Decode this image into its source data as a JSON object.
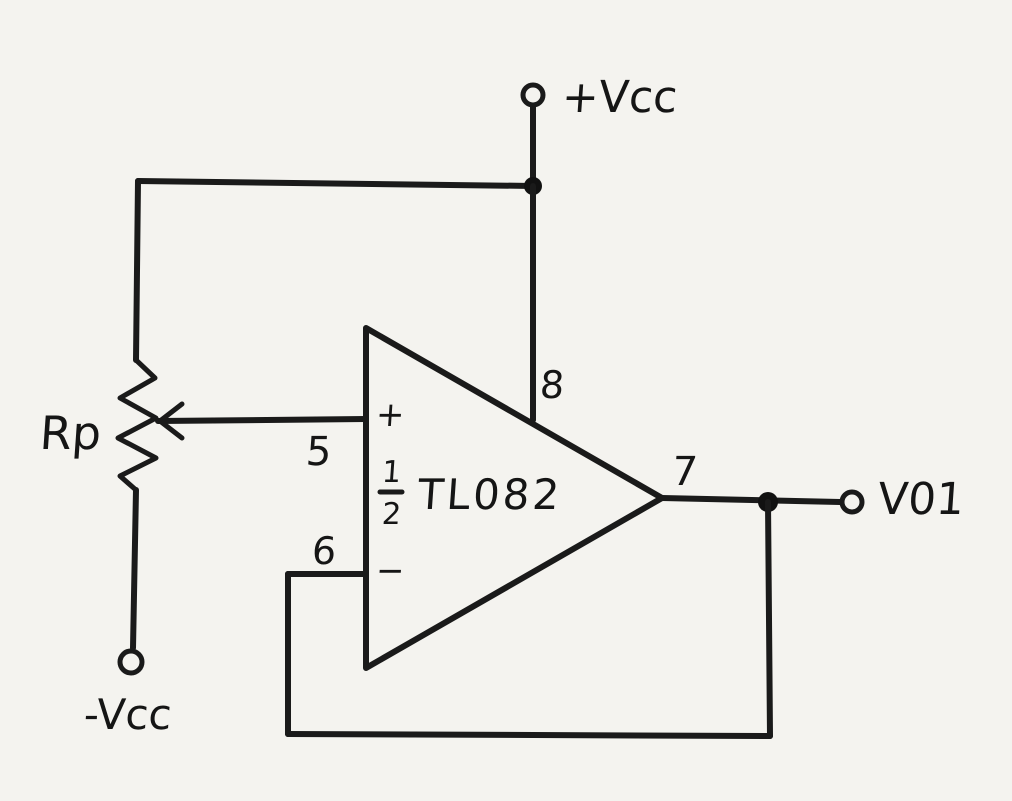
{
  "circuit": {
    "supply_positive": "+Vcc",
    "supply_negative": "-Vcc",
    "potentiometer": "Rp",
    "opamp": {
      "fraction_numerator": "1",
      "fraction_denominator": "2",
      "part": "TL082",
      "pin_vplus": "8",
      "pin_noninverting": "5",
      "pin_inverting": "6",
      "pin_output": "7",
      "plus_sign": "+",
      "minus_sign": "−"
    },
    "output": "V01"
  }
}
